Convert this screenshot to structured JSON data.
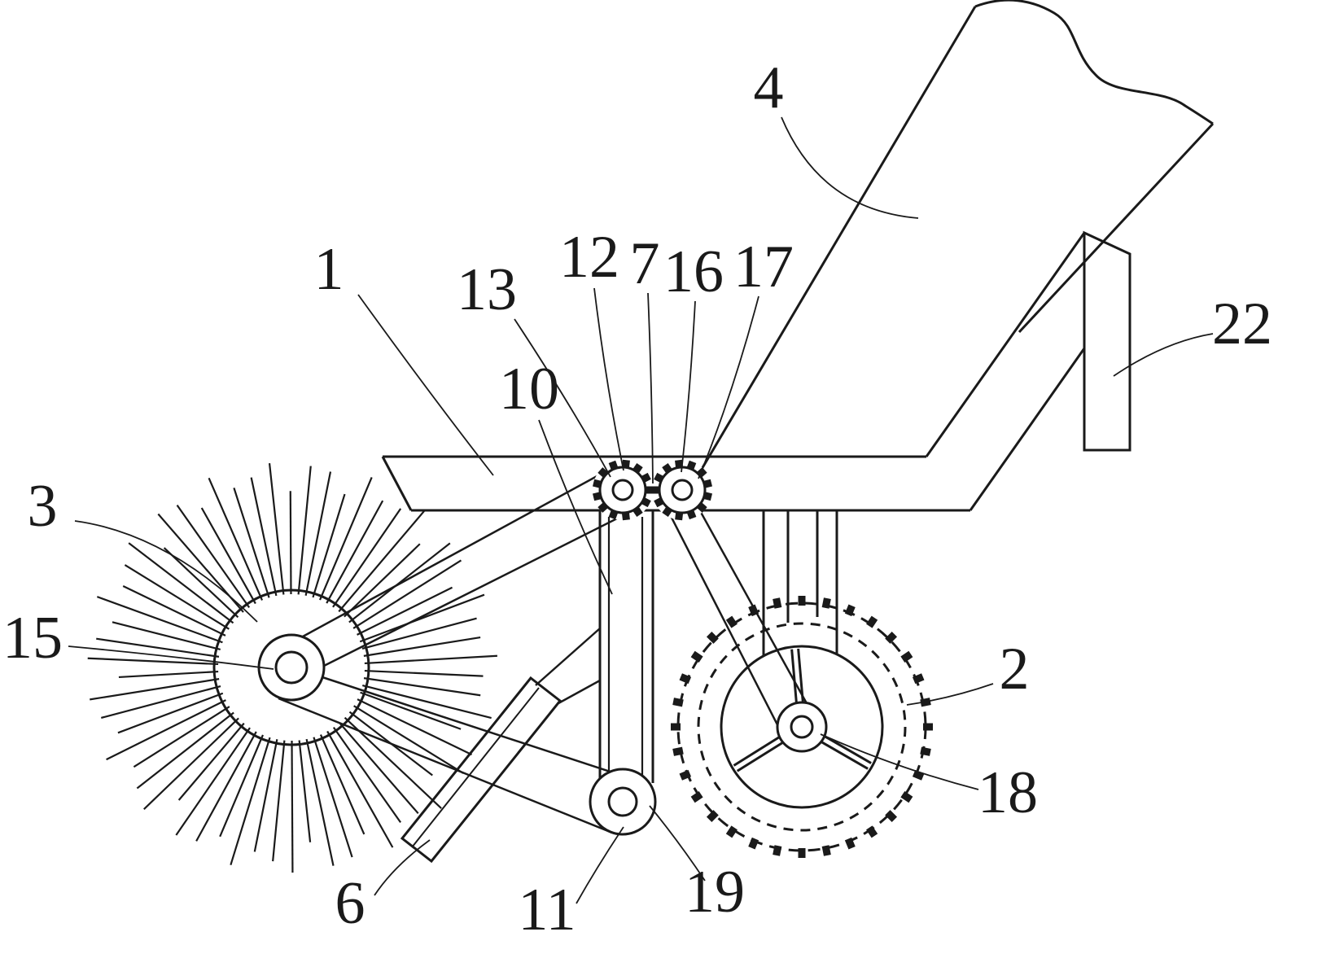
{
  "colors": {
    "ink": "#1a1a1a",
    "paper": "#ffffff"
  },
  "ref_labels": [
    "1",
    "2",
    "3",
    "4",
    "6",
    "7",
    "10",
    "11",
    "12",
    "13",
    "15",
    "16",
    "17",
    "18",
    "19",
    "22"
  ]
}
